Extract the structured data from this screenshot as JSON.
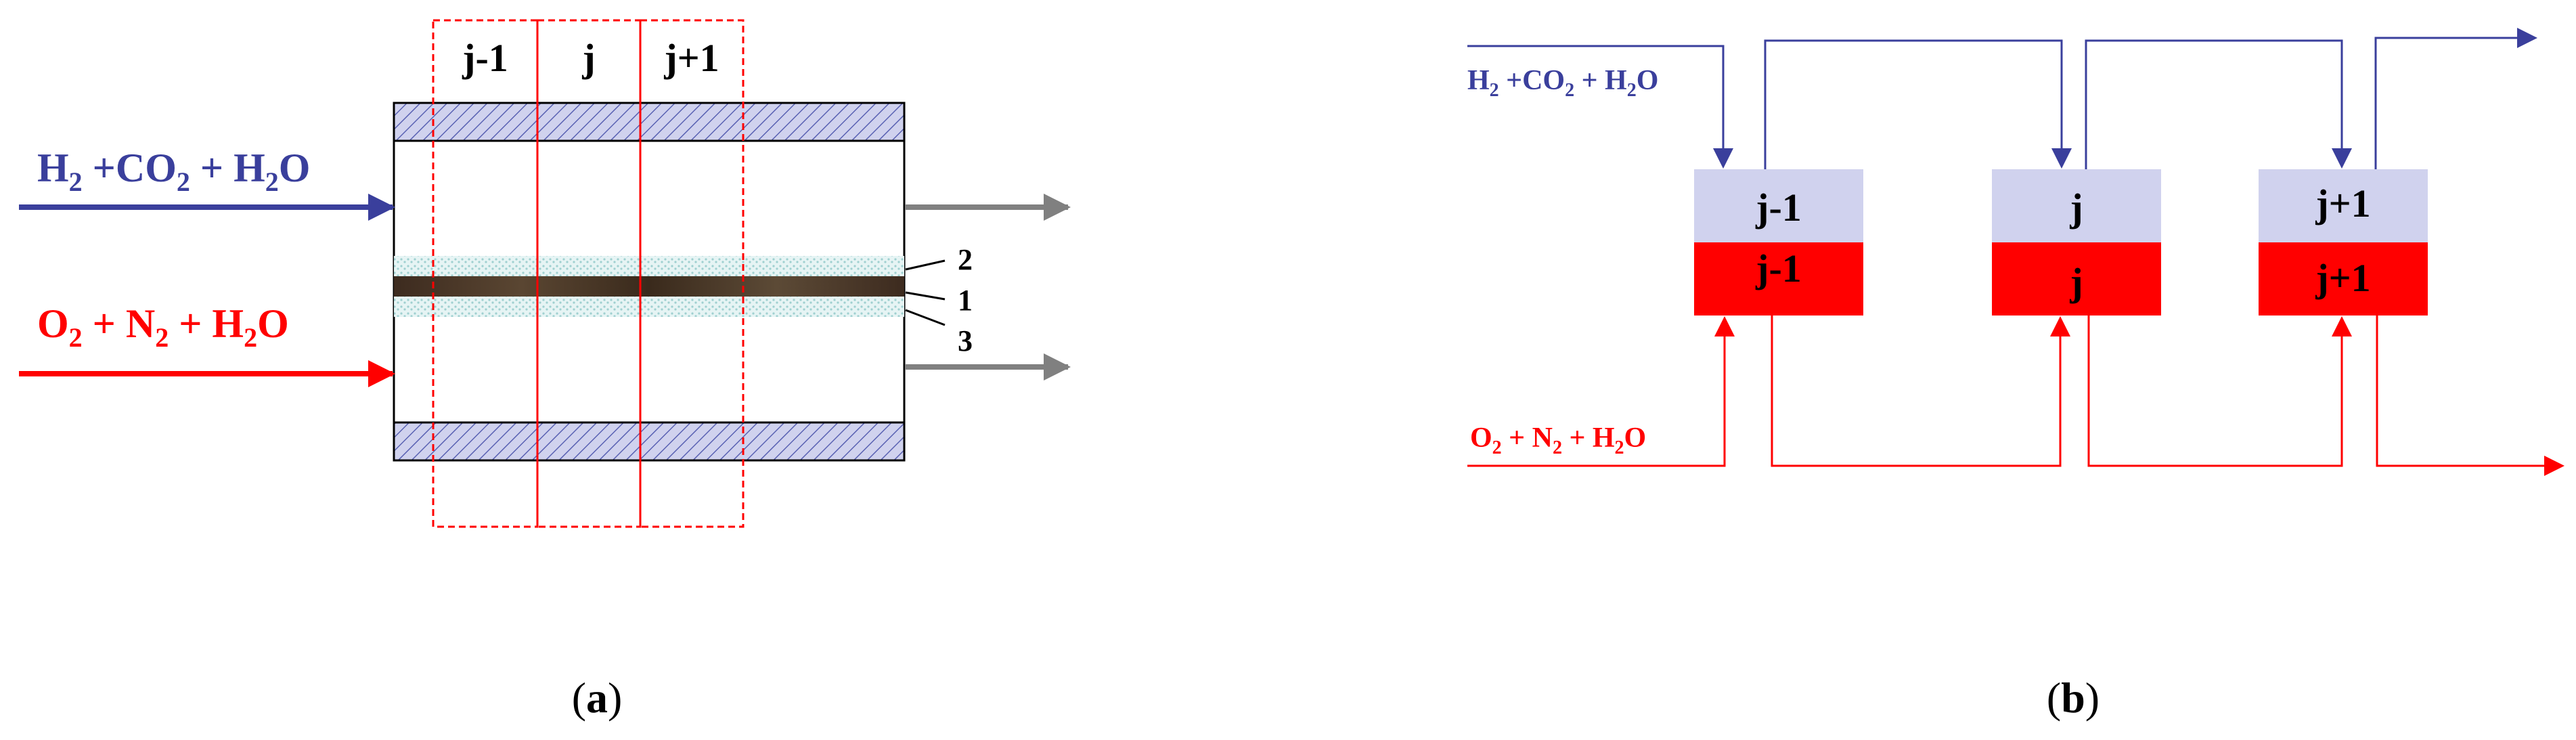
{
  "colors": {
    "blue": "#3a3f9c",
    "red": "#ff0000",
    "gray": "#808080",
    "lavender": "#d0d2ee",
    "hatch": "#5a62b3"
  },
  "panel_a": {
    "caption": "(a)",
    "anode_inlet": "H2 +CO2 + H2O",
    "cathode_inlet": "O2 + N2 + H2O",
    "segments": [
      "j-1",
      "j",
      "j+1"
    ],
    "layer_labels": [
      "2",
      "1",
      "3"
    ]
  },
  "panel_b": {
    "caption": "(b)",
    "anode_inlet": "H2 +CO2 + H2O",
    "cathode_inlet": "O2 + N2 + H2O",
    "cells": [
      {
        "top": "j-1",
        "bottom": "j-1"
      },
      {
        "top": "j",
        "bottom": "j"
      },
      {
        "top": "j+1",
        "bottom": "j+1"
      }
    ]
  }
}
